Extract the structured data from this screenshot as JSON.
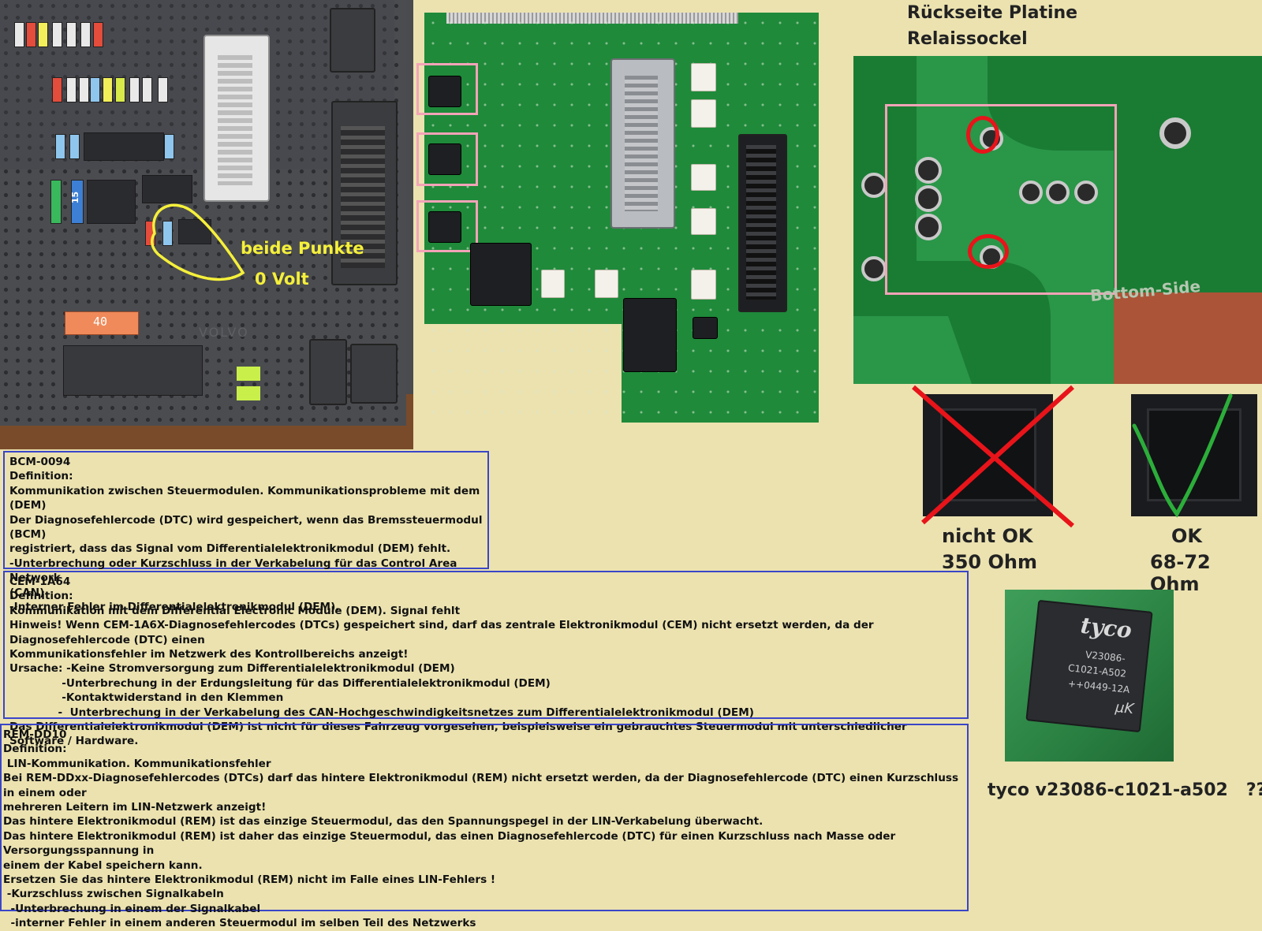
{
  "fusebox_photo": {
    "annotation_line1": "beide Punkte",
    "annotation_line2": "0 Volt",
    "fuse_labels": [
      "15",
      "40"
    ]
  },
  "backside_photo": {
    "title_line1": "Rückseite Platine",
    "title_line2": "Relaissockel",
    "silkscreen": "Bottom-Side"
  },
  "relay_comparison": {
    "bad_label": "nicht  OK",
    "bad_value": "350 Ohm",
    "good_label": "OK",
    "good_value": "68-72 Ohm"
  },
  "tyco_photo": {
    "line1": "tyco",
    "line2": "V23086-",
    "line3": "C1021-A502",
    "line4": "++0449-12A",
    "line5": "µK",
    "caption": "tyco v23086-c1021-a502   ???"
  },
  "colors": {
    "background": "#ebe2b0",
    "box_border": "#3a45c8",
    "annotation_yellow": "#f5f03a",
    "highlight_pink": "#f3a3b8",
    "mark_red": "#e8141a",
    "mark_green": "#2cae3a"
  },
  "dtc_boxes": [
    {
      "lines": [
        "BCM-0094",
        "Definition:",
        "Kommunikation zwischen Steuermodulen. Kommunikationsprobleme mit dem (DEM)",
        "Der Diagnosefehlercode (DTC) wird gespeichert, wenn das Bremssteuermodul (BCM)",
        "registriert, dass das Signal vom Differentialelektronikmodul (DEM) fehlt.",
        "-Unterbrechung oder Kurzschluss in der Verkabelung für das Control Area Network",
        "(CAN)",
        "-Interner Fehler im Differentialelektronikmodul (DEM)."
      ]
    },
    {
      "lines": [
        "CEM-1A64",
        "Definition:",
        "Kommunikation mit dem Differential Electronic Module (DEM). Signal fehlt",
        "Hinweis! Wenn CEM-1A6X-Diagnosefehlercodes (DTCs) gespeichert sind, darf das zentrale Elektronikmodul (CEM) nicht ersetzt werden, da der Diagnosefehlercode (DTC) einen",
        "Kommunikationsfehler im Netzwerk des Kontrollbereichs anzeigt!",
        "Ursache: -Keine Stromversorgung zum Differentialelektronikmodul (DEM)",
        "              -Unterbrechung in der Erdungsleitung für das Differentialelektronikmodul (DEM)",
        "              -Kontaktwiderstand in den Klemmen",
        "             -  Unterbrechung in der Verkabelung des CAN-Hochgeschwindigkeitsnetzes zum Differentialelektronikmodul (DEM)",
        "Das Differentialelektronikmodul (DEM) ist nicht für dieses Fahrzeug vorgesehen, beispielsweise ein gebrauchtes Steuermodul mit unterschiedlicher Software / Hardware."
      ]
    },
    {
      "lines": [
        "REM-DD10",
        "Definition:",
        " LIN-Kommunikation. Kommunikationsfehler",
        "Bei REM-DDxx-Diagnosefehlercodes (DTCs) darf das hintere Elektronikmodul (REM) nicht ersetzt werden, da der Diagnosefehlercode (DTC) einen Kurzschluss in einem oder",
        "mehreren Leitern im LIN-Netzwerk anzeigt!",
        "Das hintere Elektronikmodul (REM) ist das einzige Steuermodul, das den Spannungspegel in der LIN-Verkabelung überwacht.",
        "Das hintere Elektronikmodul (REM) ist daher das einzige Steuermodul, das einen Diagnosefehlercode (DTC) für einen Kurzschluss nach Masse oder Versorgungsspannung in",
        "einem der Kabel speichern kann.",
        "Ersetzen Sie das hintere Elektronikmodul (REM) nicht im Falle eines LIN-Fehlers !",
        " -Kurzschluss zwischen Signalkabeln",
        "  -Unterbrechung in einem der Signalkabel",
        "  -interner Fehler in einem anderen Steuermodul im selben Teil des Netzwerks"
      ]
    }
  ]
}
